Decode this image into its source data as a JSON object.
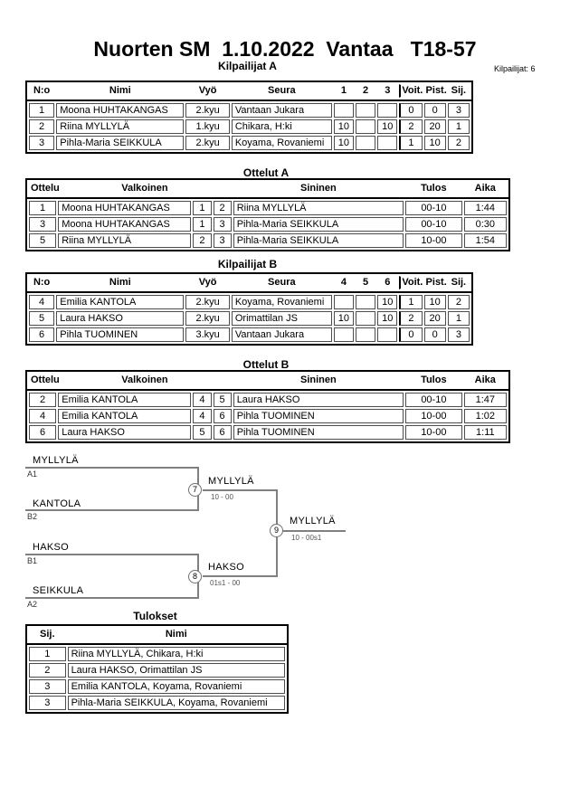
{
  "page": {
    "title": "Nuorten SM  1.10.2022  Vantaa   T18-57",
    "competitors_label": "Kilpailijat: 6"
  },
  "pool_a": {
    "heading": "Kilpailijat A",
    "columns": [
      "N:o",
      "Nimi",
      "Vyö",
      "Seura",
      "1",
      "2",
      "3",
      "Voit.",
      "Pist.",
      "Sij."
    ],
    "rows": [
      [
        "1",
        "Moona HUHTAKANGAS",
        "2.kyu",
        "Vantaan Jukara",
        "",
        "",
        "",
        "0",
        "0",
        "3"
      ],
      [
        "2",
        "Riina MYLLYLÄ",
        "1.kyu",
        "Chikara, H:ki",
        "10",
        "",
        "10",
        "2",
        "20",
        "1"
      ],
      [
        "3",
        "Pihla-Maria SEIKKULA",
        "2.kyu",
        "Koyama, Rovaniemi",
        "10",
        "",
        "",
        "1",
        "10",
        "2"
      ]
    ]
  },
  "matches_a": {
    "heading": "Ottelut A",
    "columns": [
      "Ottelu",
      "Valkoinen",
      "Sininen",
      "Tulos",
      "Aika"
    ],
    "rows": [
      [
        "1",
        "Moona HUHTAKANGAS",
        "1",
        "2",
        "Riina MYLLYLÄ",
        "00-10",
        "1:44"
      ],
      [
        "3",
        "Moona HUHTAKANGAS",
        "1",
        "3",
        "Pihla-Maria SEIKKULA",
        "00-10",
        "0:30"
      ],
      [
        "5",
        "Riina MYLLYLÄ",
        "2",
        "3",
        "Pihla-Maria SEIKKULA",
        "10-00",
        "1:54"
      ]
    ]
  },
  "pool_b": {
    "heading": "Kilpailijat B",
    "columns": [
      "N:o",
      "Nimi",
      "Vyö",
      "Seura",
      "4",
      "5",
      "6",
      "Voit.",
      "Pist.",
      "Sij."
    ],
    "rows": [
      [
        "4",
        "Emilia KANTOLA",
        "2.kyu",
        "Koyama, Rovaniemi",
        "",
        "",
        "10",
        "1",
        "10",
        "2"
      ],
      [
        "5",
        "Laura HAKSO",
        "2.kyu",
        "Orimattilan JS",
        "10",
        "",
        "10",
        "2",
        "20",
        "1"
      ],
      [
        "6",
        "Pihla TUOMINEN",
        "3.kyu",
        "Vantaan Jukara",
        "",
        "",
        "",
        "0",
        "0",
        "3"
      ]
    ]
  },
  "matches_b": {
    "heading": "Ottelut B",
    "columns": [
      "Ottelu",
      "Valkoinen",
      "Sininen",
      "Tulos",
      "Aika"
    ],
    "rows": [
      [
        "2",
        "Emilia KANTOLA",
        "4",
        "5",
        "Laura HAKSO",
        "00-10",
        "1:47"
      ],
      [
        "4",
        "Emilia KANTOLA",
        "4",
        "6",
        "Pihla TUOMINEN",
        "10-00",
        "1:02"
      ],
      [
        "6",
        "Laura HAKSO",
        "5",
        "6",
        "Pihla TUOMINEN",
        "10-00",
        "1:11"
      ]
    ]
  },
  "bracket": {
    "slot_top1": {
      "name": "MYLLYLÄ",
      "seed": "A1"
    },
    "slot_top2": {
      "name": "KANTOLA",
      "seed": "B2"
    },
    "slot_bottom1": {
      "name": "HAKSO",
      "seed": "B1"
    },
    "slot_bottom2": {
      "name": "SEIKKULA",
      "seed": "A2"
    },
    "match7": {
      "number": "7",
      "winner": "MYLLYLÄ",
      "score": "10 - 00"
    },
    "match8": {
      "number": "8",
      "winner": "HAKSO",
      "score": "01s1 - 00"
    },
    "match9": {
      "number": "9",
      "winner": "MYLLYLÄ",
      "score": "10 - 00s1"
    }
  },
  "results": {
    "heading": "Tulokset",
    "columns": [
      "Sij.",
      "Nimi"
    ],
    "rows": [
      [
        "1",
        "Riina MYLLYLÄ, Chikara, H:ki"
      ],
      [
        "2",
        "Laura HAKSO, Orimattilan JS"
      ],
      [
        "3",
        "Emilia KANTOLA, Koyama, Rovaniemi"
      ],
      [
        "3",
        "Pihla-Maria SEIKKULA, Koyama, Rovaniemi"
      ]
    ]
  },
  "colors": {
    "bracket_line": "#808080",
    "score_text": "#555555",
    "cell_border": "#4d4d4d"
  }
}
